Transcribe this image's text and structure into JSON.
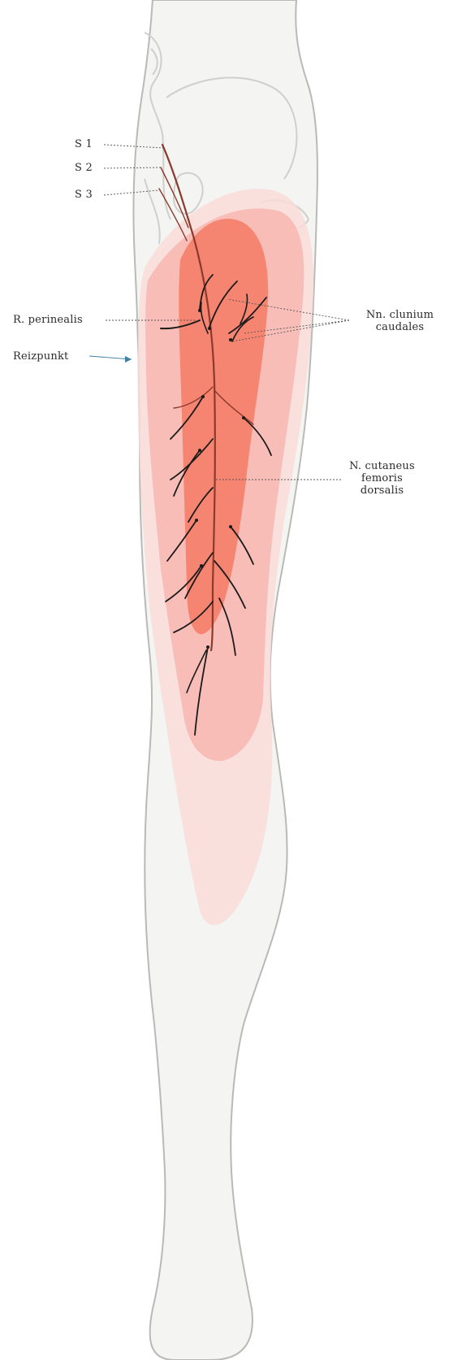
{
  "labels": {
    "s1": "S 1",
    "s2": "S 2",
    "s3": "S 3",
    "r_perinealis": "R. perinealis",
    "reizpunkt": "Reizpunkt",
    "nn_clunium_line1": "Nn. clunium",
    "nn_clunium_line2": "caudales",
    "n_cutaneus_line1": "N. cutaneus",
    "n_cutaneus_line2": "femoris",
    "n_cutaneus_line3": "dorsalis"
  },
  "colors": {
    "skin": "#f4f4f2",
    "outline": "#b9b9b6",
    "zone_outer": "#f9dcd8",
    "zone_middle": "#f7b9b1",
    "zone_core": "#f47f6b",
    "nerve": "#8b3a2c",
    "nerve_tip": "#1b1b1b",
    "leader": "#555555",
    "text": "#2a2a2a"
  }
}
